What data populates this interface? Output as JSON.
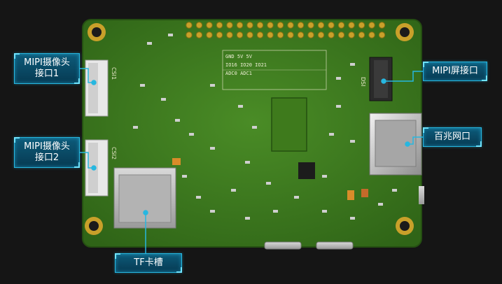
{
  "labels": {
    "mipi_camera_1": {
      "line1": "MIPI摄像头",
      "line2": "接口1"
    },
    "mipi_camera_2": {
      "line1": "MIPI摄像头",
      "line2": "接口2"
    },
    "mipi_screen": "MIPI屏接口",
    "ethernet": "百兆网口",
    "tf_slot": "TF卡槽"
  },
  "silkscreen": {
    "csi1": "CSI1",
    "csi2": "CSI2",
    "dsi": "DSI",
    "header_rows": [
      "GND 5V 5V",
      "IO16 IO20 IO21",
      "ADC0 ADC1"
    ]
  },
  "colors": {
    "background": "#151515",
    "pcb": "#3c7a20",
    "pcb_dark": "#2d5f17",
    "gold": "#c9a02a",
    "callout": "#27b7e0"
  }
}
